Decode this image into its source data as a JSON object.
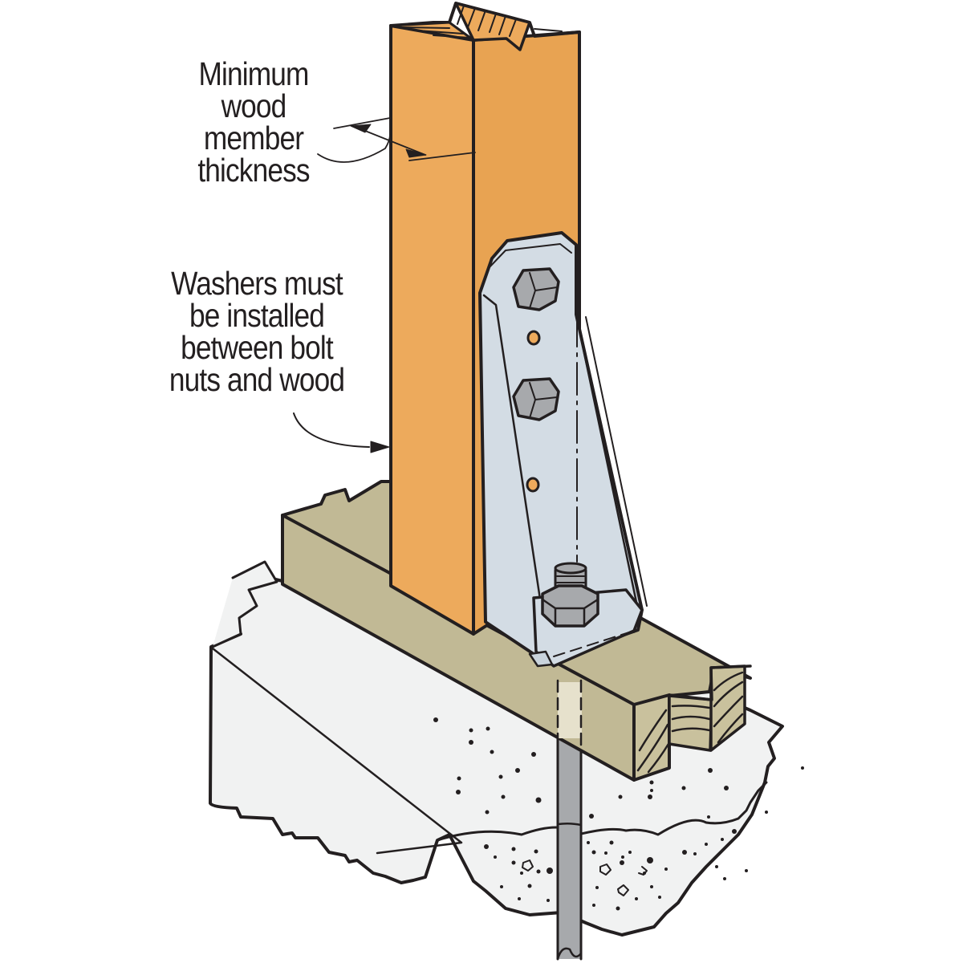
{
  "diagram": {
    "title": "Post base / hold-down connector installation detail",
    "labels": {
      "thickness": {
        "lines": [
          "Minimum",
          "wood",
          "member",
          "thickness"
        ]
      },
      "washers": {
        "lines": [
          "Washers must",
          "be installed",
          "between bolt",
          "nuts and wood"
        ]
      }
    },
    "components": [
      "wood-post",
      "hold-down-bracket",
      "hex-bolt-upper",
      "hex-bolt-lower",
      "anchor-nut",
      "anchor-rod",
      "sill-plate",
      "concrete-foundation"
    ],
    "colors": {
      "post": "#EDAA5C",
      "post_side": "#E8A352",
      "bracket": "#D3DCE4",
      "bolt": "#A7A9AC",
      "sill": "#C1B995",
      "sill_end": "#C9C19D",
      "concrete": "#F1F2F2",
      "rod": "#A7A9AC",
      "outline": "#231F20"
    }
  }
}
